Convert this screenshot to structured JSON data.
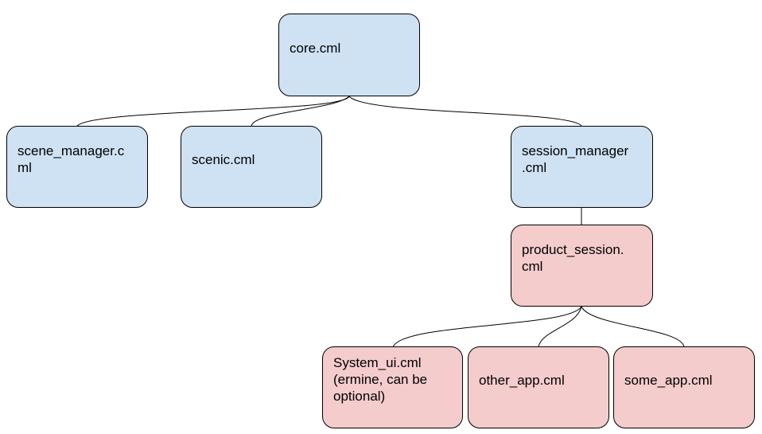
{
  "diagram": {
    "colors": {
      "blue_fill": "#cfe2f3",
      "red_fill": "#f4cccc",
      "stroke": "#000000"
    },
    "nodes": {
      "core": {
        "lines": [
          "core.cml"
        ]
      },
      "scene_manager": {
        "lines": [
          "scene_manager.c",
          "ml"
        ]
      },
      "scenic": {
        "lines": [
          "scenic.cml"
        ]
      },
      "session_manager": {
        "lines": [
          "session_manager",
          ".cml"
        ]
      },
      "product_session": {
        "lines": [
          "product_session.",
          "cml"
        ]
      },
      "system_ui": {
        "lines": [
          "System_ui.cml",
          "(ermine, can be",
          "optional)"
        ]
      },
      "other_app": {
        "lines": [
          "other_app.cml"
        ]
      },
      "some_app": {
        "lines": [
          "some_app.cml"
        ]
      }
    },
    "edges": [
      {
        "from": "core",
        "to": "scene_manager"
      },
      {
        "from": "core",
        "to": "scenic"
      },
      {
        "from": "core",
        "to": "session_manager"
      },
      {
        "from": "session_manager",
        "to": "product_session"
      },
      {
        "from": "product_session",
        "to": "system_ui"
      },
      {
        "from": "product_session",
        "to": "other_app"
      },
      {
        "from": "product_session",
        "to": "some_app"
      }
    ]
  }
}
